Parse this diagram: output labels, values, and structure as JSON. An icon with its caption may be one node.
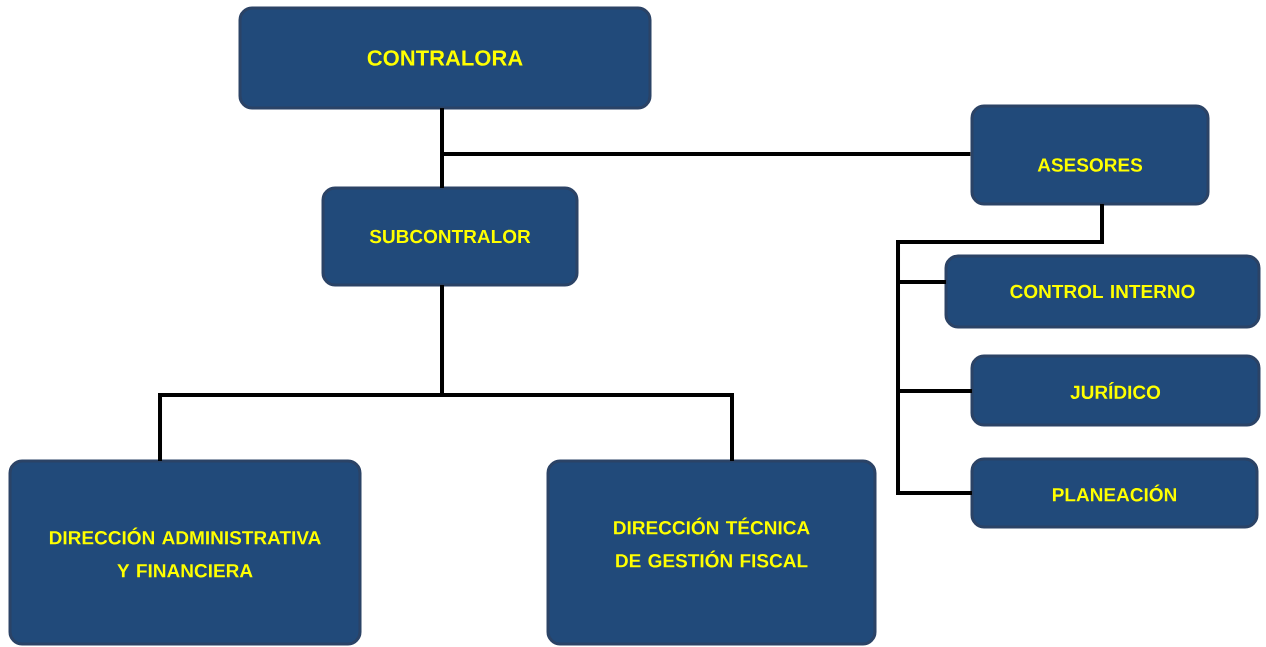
{
  "diagram": {
    "nodes": [
      {
        "text": [
          "CONTRALORA"
        ]
      },
      {
        "text": [
          "ASESORES"
        ]
      },
      {
        "text": [
          "SUBCONTRALOR"
        ]
      },
      {
        "text": [
          "DIRECCIÓN ADMINISTRATIVA Y FINANCIERA"
        ]
      },
      {
        "text": [
          "DIRECCIÓN TÉCNICA DE GESTIÓN FISCAL"
        ]
      },
      {
        "text": [
          "CONTROL INTERNO"
        ]
      },
      {
        "text": [
          "JURÍDICO"
        ]
      },
      {
        "text": [
          "PLANEACIÓN"
        ]
      }
    ],
    "edges": [
      {
        "from": 0,
        "to": 1,
        "arrow": "none"
      },
      {
        "from": 0,
        "to": 2,
        "arrow": "none"
      },
      {
        "from": 2,
        "to": 3,
        "arrow": "none"
      },
      {
        "from": 2,
        "to": 4,
        "arrow": "none"
      },
      {
        "from": 1,
        "to": 5,
        "arrow": "none"
      },
      {
        "from": 1,
        "to": 6,
        "arrow": "none"
      },
      {
        "from": 1,
        "to": 7,
        "arrow": "none"
      }
    ]
  }
}
